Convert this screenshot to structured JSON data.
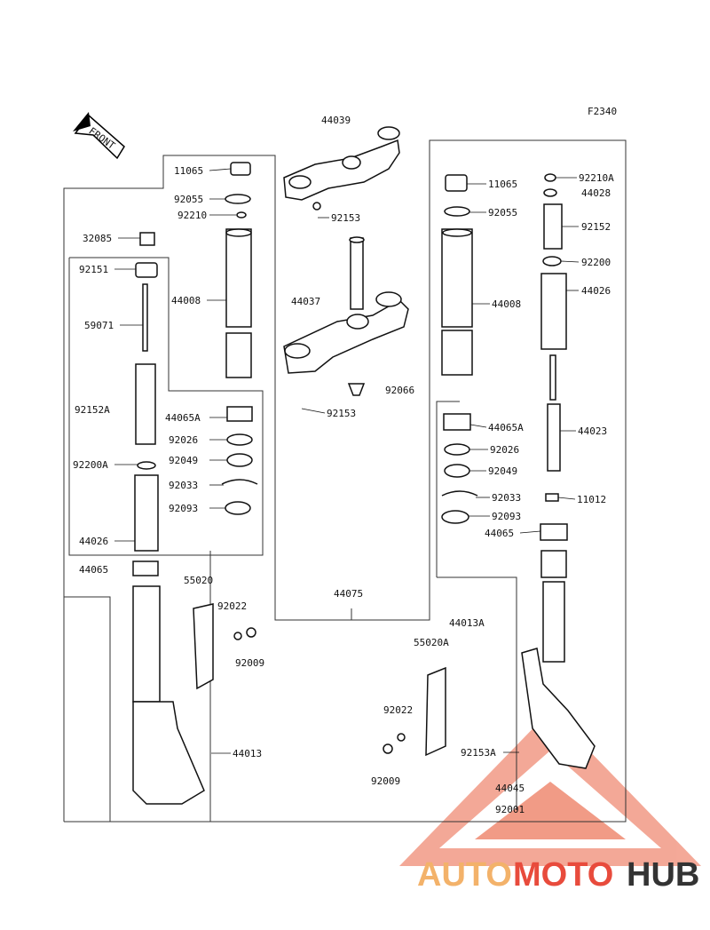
{
  "figure_code": "F2340",
  "front_label": "FRONT",
  "watermark": {
    "part1": "AUTO",
    "part2": "MOTO",
    "part3": "HUB"
  },
  "labels": {
    "l44039": "44039",
    "l11065_left": "11065",
    "l92055_left": "92055",
    "l92210": "92210",
    "l32085": "32085",
    "l92151": "92151",
    "l44008_left": "44008",
    "l59071": "59071",
    "l92152A": "92152A",
    "l92200A": "92200A",
    "l44026_left": "44026",
    "l44065_left": "44065",
    "l44065A_left": "44065A",
    "l92026_left": "92026",
    "l92049_left": "92049",
    "l92033_left": "92033",
    "l92093_left": "92093",
    "l55020": "55020",
    "l92022_left": "92022",
    "l92009_left": "92009",
    "l44013": "44013",
    "l92153_top": "92153",
    "l44037": "44037",
    "l92066": "92066",
    "l92153_mid": "92153",
    "l44075": "44075",
    "l11065_right": "11065",
    "l92055_right": "92055",
    "l44008_right": "44008",
    "l44065A_right": "44065A",
    "l92026_right": "92026",
    "l92049_right": "92049",
    "l92033_right": "92033",
    "l92093_right": "92093",
    "l44065_right": "44065",
    "l44013A": "44013A",
    "l55020A": "55020A",
    "l92022_right": "92022",
    "l92009_right": "92009",
    "l92153A": "92153A",
    "l44045": "44045",
    "l92001": "92001",
    "l92210A": "92210A",
    "l44028": "44028",
    "l92152": "92152",
    "l92200": "92200",
    "l44026_right": "44026",
    "l44023": "44023",
    "l11012": "11012"
  }
}
